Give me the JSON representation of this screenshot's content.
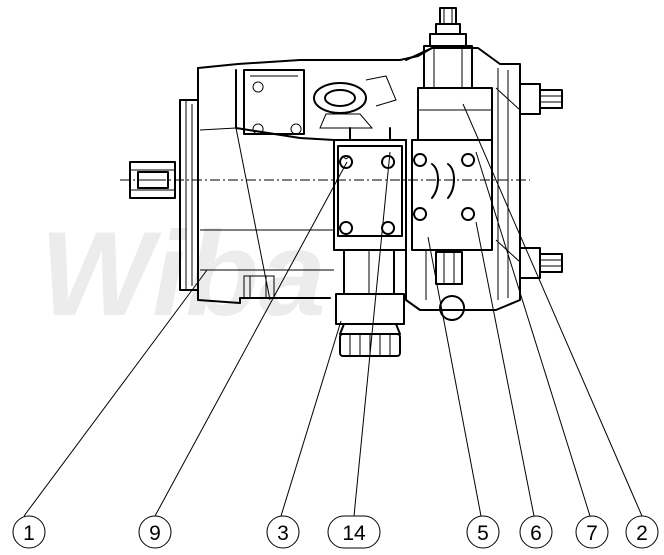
{
  "watermark": "Wiba",
  "callouts": [
    {
      "id": "1"
    },
    {
      "id": "9"
    },
    {
      "id": "3"
    },
    {
      "id": "14"
    },
    {
      "id": "5"
    },
    {
      "id": "6"
    },
    {
      "id": "7"
    },
    {
      "id": "2"
    }
  ]
}
